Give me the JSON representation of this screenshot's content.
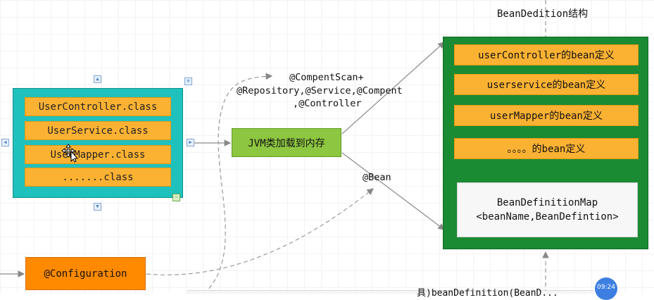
{
  "left_group": {
    "classes": [
      "UserController.class",
      "UserService.class",
      "UserMapper.class",
      ".......class"
    ]
  },
  "jvm_label": "JVM类加载到内存",
  "configuration_label": "@Configuration",
  "annotations": {
    "scan_line1": "@CompentScan+",
    "scan_line2": "@Repository,@Service,@Compent",
    "scan_line3": ",@Controller",
    "bean": "@Bean"
  },
  "right_group": {
    "title": "BeanDedition结构",
    "definitions": [
      "userController的bean定义",
      "userservice的bean定义",
      "userMapper的bean定义",
      "。。。。的bean定义"
    ],
    "map_line1": "BeanDefinitionMap",
    "map_line2": "<beanName,BeanDefintion>"
  },
  "bottom_partial_text": "具)beanDefinition(BeanD...",
  "clock_time": "09:24",
  "colors": {
    "teal": "#1fc1bd",
    "orange_box": "#fbb233",
    "green_box": "#8dc640",
    "dark_green": "#1a8a33",
    "config_orange": "#ff8a00"
  },
  "icons": [
    "arrow-up-icon",
    "arrow-down-icon",
    "arrow-left-icon",
    "arrow-right-icon",
    "cursor-move-icon"
  ]
}
